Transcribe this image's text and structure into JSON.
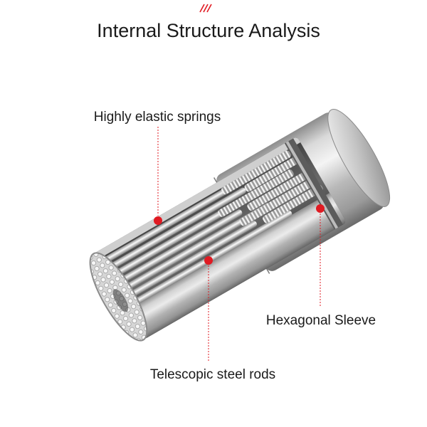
{
  "title": "Internal Structure Analysis",
  "labels": {
    "springs": "Highly elastic springs",
    "sleeve": "Hexagonal Sleeve",
    "rods": "Telescopic steel rods"
  },
  "colors": {
    "accent_red": "#e01a22",
    "text": "#1a1a1a"
  },
  "icons": {
    "title_mark": "red-slash-marks-icon",
    "callout_dot": "red-dot-icon"
  }
}
